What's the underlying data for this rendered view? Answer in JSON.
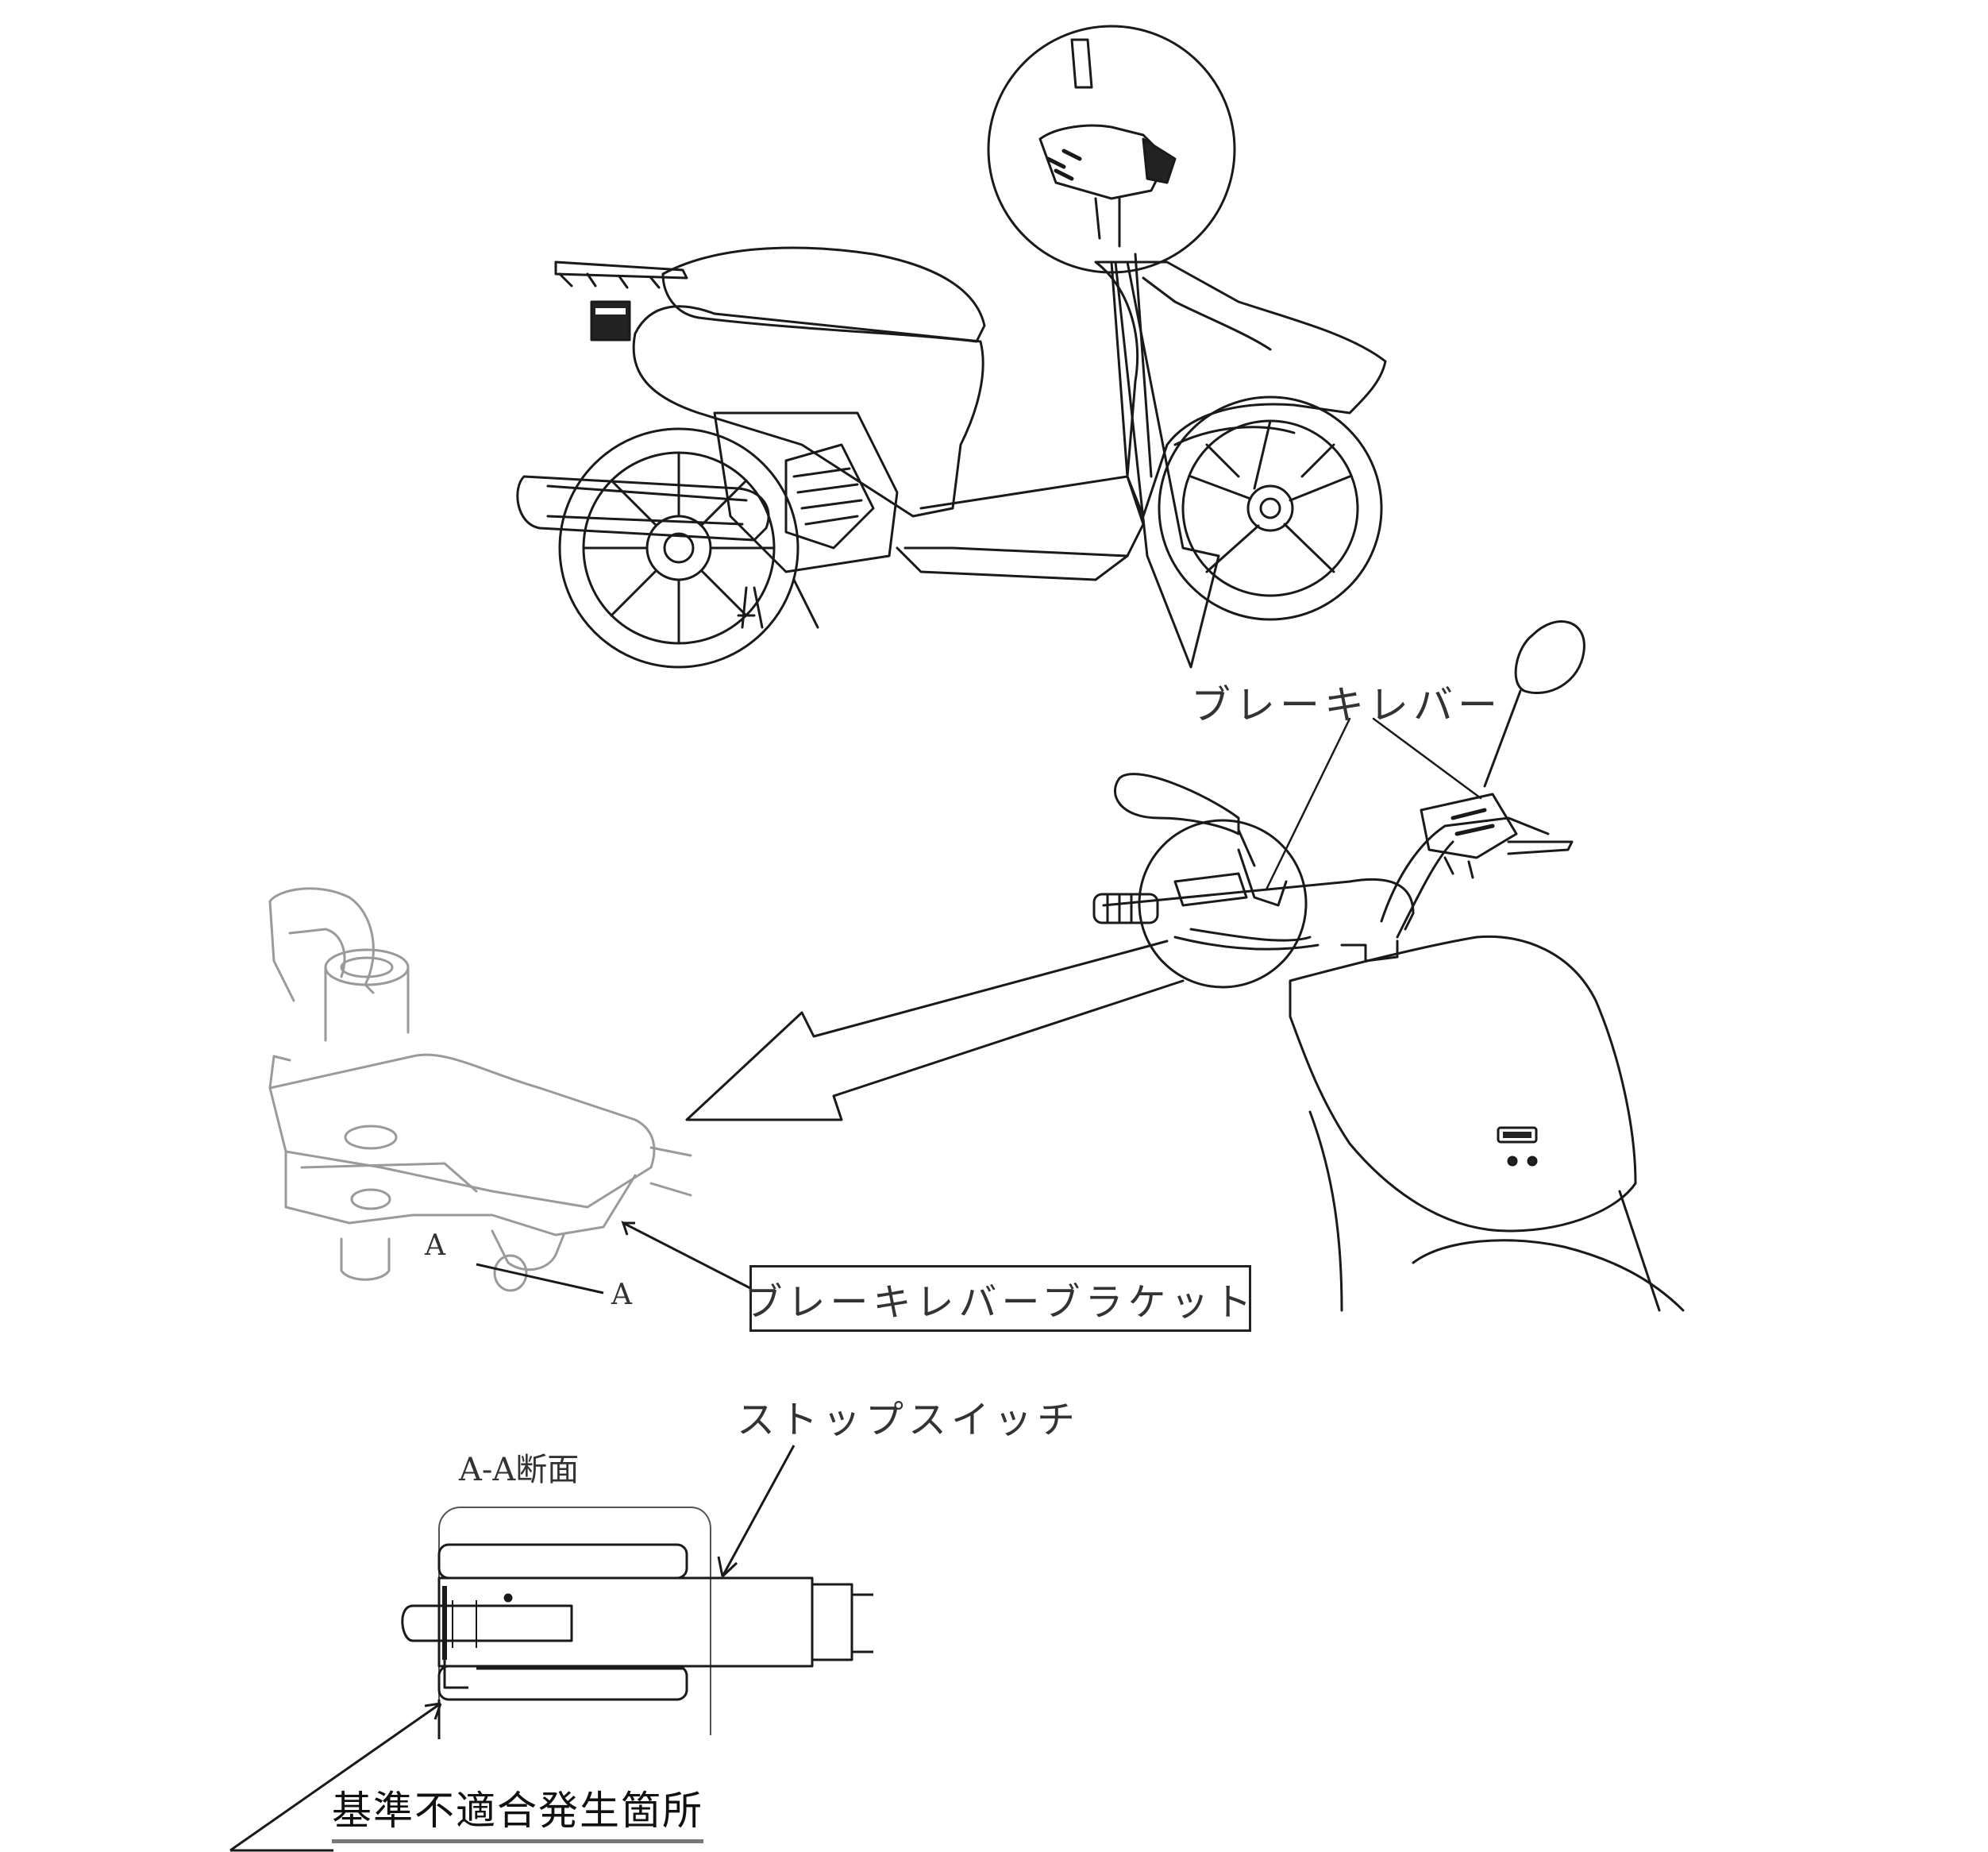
{
  "labels": {
    "brake_lever": "ブレーキレバー",
    "brake_lever_bracket": "ブレーキレバーブラケット",
    "section_mark_left": "A",
    "section_mark_right": "A",
    "stop_switch": "ストップスイッチ",
    "section_title": "A-A断面",
    "defect_location": "基準不適合発生箇所"
  },
  "colors": {
    "line": "#1a1a1a",
    "faint_line": "#9a9a9a",
    "background": "#ffffff"
  }
}
